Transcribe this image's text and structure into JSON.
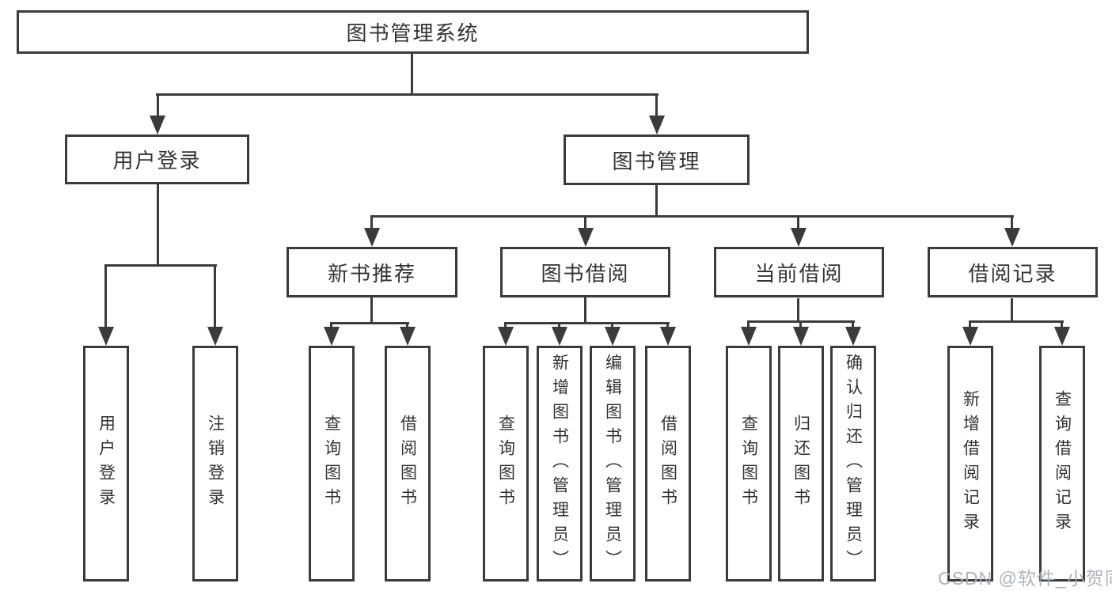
{
  "diagram_title": "图书管理系统",
  "tree": {
    "root": {
      "label": "图书管理系统"
    },
    "branches": [
      {
        "label": "用户登录",
        "children": [
          {
            "label": "用户登录"
          },
          {
            "label": "注销登录"
          }
        ]
      },
      {
        "label": "图书管理",
        "children": [
          {
            "label": "新书推荐",
            "children": [
              {
                "label": "查询图书"
              },
              {
                "label": "借阅图书"
              }
            ]
          },
          {
            "label": "图书借阅",
            "children": [
              {
                "label": "查询图书"
              },
              {
                "label": "新增图书（管理员）"
              },
              {
                "label": "编辑图书（管理员）"
              },
              {
                "label": "借阅图书"
              }
            ]
          },
          {
            "label": "当前借阅",
            "children": [
              {
                "label": "查询图书"
              },
              {
                "label": "归还图书"
              },
              {
                "label": "确认归还（管理员）"
              }
            ]
          },
          {
            "label": "借阅记录",
            "children": [
              {
                "label": "新增借阅记录"
              },
              {
                "label": "查询借阅记录"
              }
            ]
          }
        ]
      }
    ]
  },
  "watermark": {
    "text": "CSDN @软件_小贺同学"
  },
  "colors": {
    "line": "#3b3b3b",
    "box_fill": "#ffffff",
    "text": "#333333",
    "watermark": "#a8acb5"
  }
}
